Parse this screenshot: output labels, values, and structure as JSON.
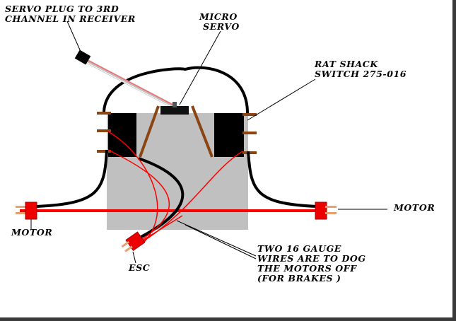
{
  "labels": {
    "servo_plug_line1": "SERVO PLUG TO 3RD",
    "servo_plug_line2": "CHANNEL IN RECEIVER",
    "micro_servo_line1": "MICRO",
    "micro_servo_line2": "SERVO",
    "switch_line1": "RAT SHACK",
    "switch_line2": "SWITCH 275-016",
    "motor_right": "MOTOR",
    "motor_left": "MOTOR",
    "esc": "ESC",
    "note_line1": "TWO 16 GAUGE",
    "note_line2": "WIRES ARE TO DOG",
    "note_line3": "THE MOTORS OFF",
    "note_line4": "(FOR BRAKES )"
  },
  "colors": {
    "wire_red": "#ff0000",
    "wire_black": "#000000",
    "board_gray": "#c0c0c0",
    "connector_red": "#ee0000",
    "terminal_brown": "#8b4513",
    "frame": "#3a3a3a"
  },
  "icons": [
    "servo-plug-connector",
    "deans-connector",
    "switch-terminal"
  ]
}
